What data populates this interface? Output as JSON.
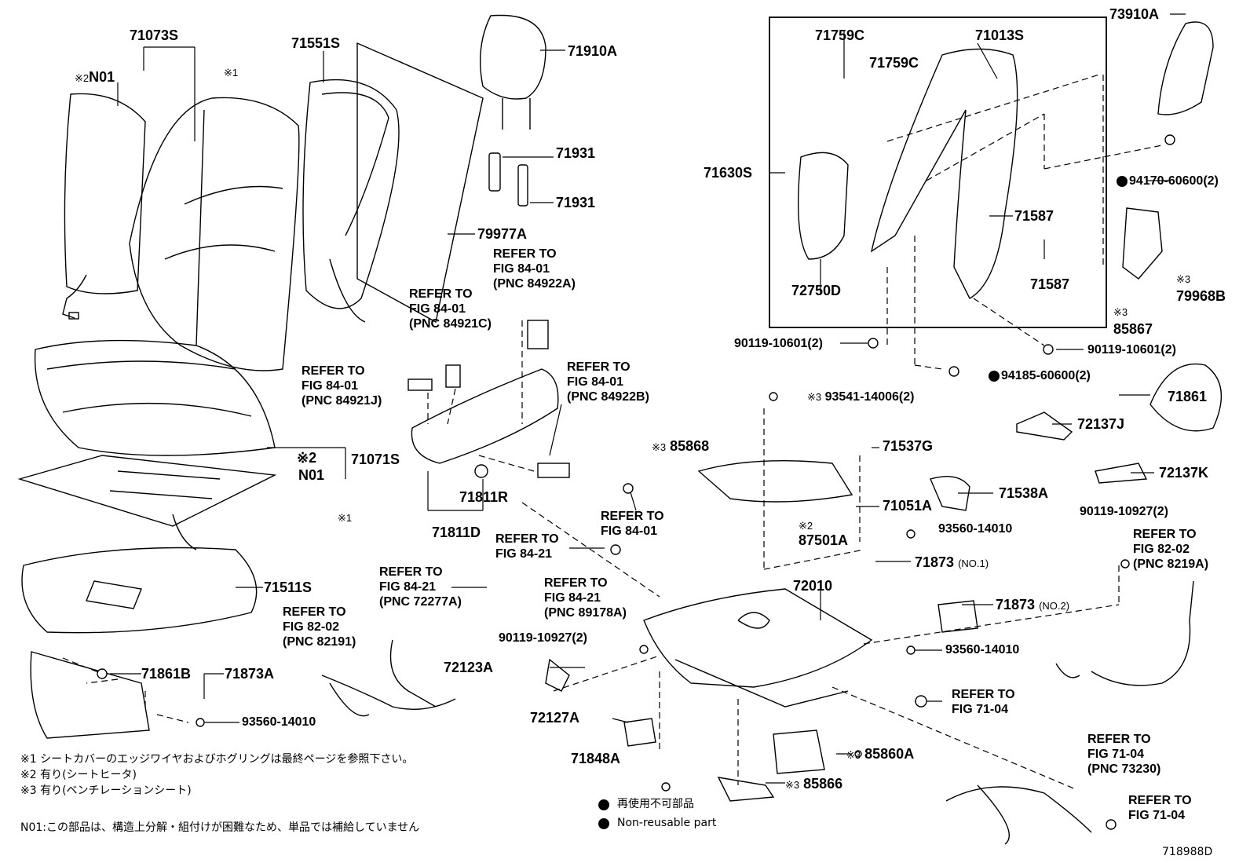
{
  "parts": {
    "p71073S": "71073S",
    "p71551S": "71551S",
    "p71910A": "71910A",
    "p71931a": "71931",
    "p71931b": "71931",
    "p79977A": "79977A",
    "p71071S": "71071S",
    "p71511S": "71511S",
    "p71861B": "71861B",
    "p71873A": "71873A",
    "p93560_14010a": "93560-14010",
    "p71811R": "71811R",
    "p71811D": "71811D",
    "p72123A": "72123A",
    "p72127A": "72127A",
    "p71848A": "71848A",
    "p90119_10927_2a": "90119-10927(2)",
    "p71759Ca": "71759C",
    "p71759Cb": "71759C",
    "p71013S": "71013S",
    "p71630S": "71630S",
    "p71587a": "71587",
    "p71587b": "71587",
    "p72750D": "72750D",
    "p73910A": "73910A",
    "p94170": "94170-60600(2)",
    "p79968B": "79968B",
    "p85867": "85867",
    "p90119_10601a": "90119-10601(2)",
    "p90119_10601b": "90119-10601(2)",
    "p94185": "94185-60600(2)",
    "p93541": "93541-14006(2)",
    "p71861": "71861",
    "p72137J": "72137J",
    "p72137K": "72137K",
    "p85868": "85868",
    "p71537G": "71537G",
    "p71051A": "71051A",
    "p71538A": "71538A",
    "p87501A": "87501A",
    "p93560_14010b": "93560-14010",
    "p93560_14010c": "93560-14010",
    "p71873_1": "71873",
    "p71873_2": "71873",
    "p72010": "72010",
    "p90119_10927_2b": "90119-10927(2)",
    "p85860A": "85860A",
    "p85866": "85866",
    "pN01a": "N01",
    "pN01b": "N01",
    "code": "718988D"
  },
  "marks": {
    "m1": "※1",
    "m2": "※2",
    "m3": "※3",
    "no1": "(NO.1)",
    "no2": "(NO.2)"
  },
  "refs": {
    "r1": [
      "REFER TO",
      "FIG 84-01",
      "(PNC 84922A)"
    ],
    "r2": [
      "REFER TO",
      "FIG 84-01",
      "(PNC 84921C)"
    ],
    "r3": [
      "REFER TO",
      "FIG 84-01",
      "(PNC 84921J)"
    ],
    "r4": [
      "REFER TO",
      "FIG 84-01",
      "(PNC 84922B)"
    ],
    "r5": [
      "REFER TO",
      "FIG 84-01"
    ],
    "r6": [
      "REFER TO",
      "FIG 84-21"
    ],
    "r7": [
      "REFER TO",
      "FIG 84-21",
      "(PNC 72277A)"
    ],
    "r8": [
      "REFER TO",
      "FIG 84-21",
      "(PNC 89178A)"
    ],
    "r9": [
      "REFER TO",
      "FIG 82-02",
      "(PNC 82191)"
    ],
    "r10": [
      "REFER TO",
      "FIG 71-04"
    ],
    "r11": [
      "REFER TO",
      "FIG 82-02",
      "(PNC 8219A)"
    ],
    "r12": [
      "REFER TO",
      "FIG 71-04",
      "(PNC 73230)"
    ],
    "r13": [
      "REFER TO",
      "FIG 71-04"
    ]
  },
  "notes": {
    "n1": "※1 シートカバーのエッジワイヤおよびホグリングは最終ページを参照下さい。",
    "n2": "※2 有り(シートヒータ)",
    "n3": "※3 有り(ベンチレーションシート)",
    "n4": "N01:この部品は、構造上分解・組付けが困難なため、単品では補給していません"
  },
  "legend": {
    "jp": "再使用不可部品",
    "en": "Non-reusable part"
  }
}
